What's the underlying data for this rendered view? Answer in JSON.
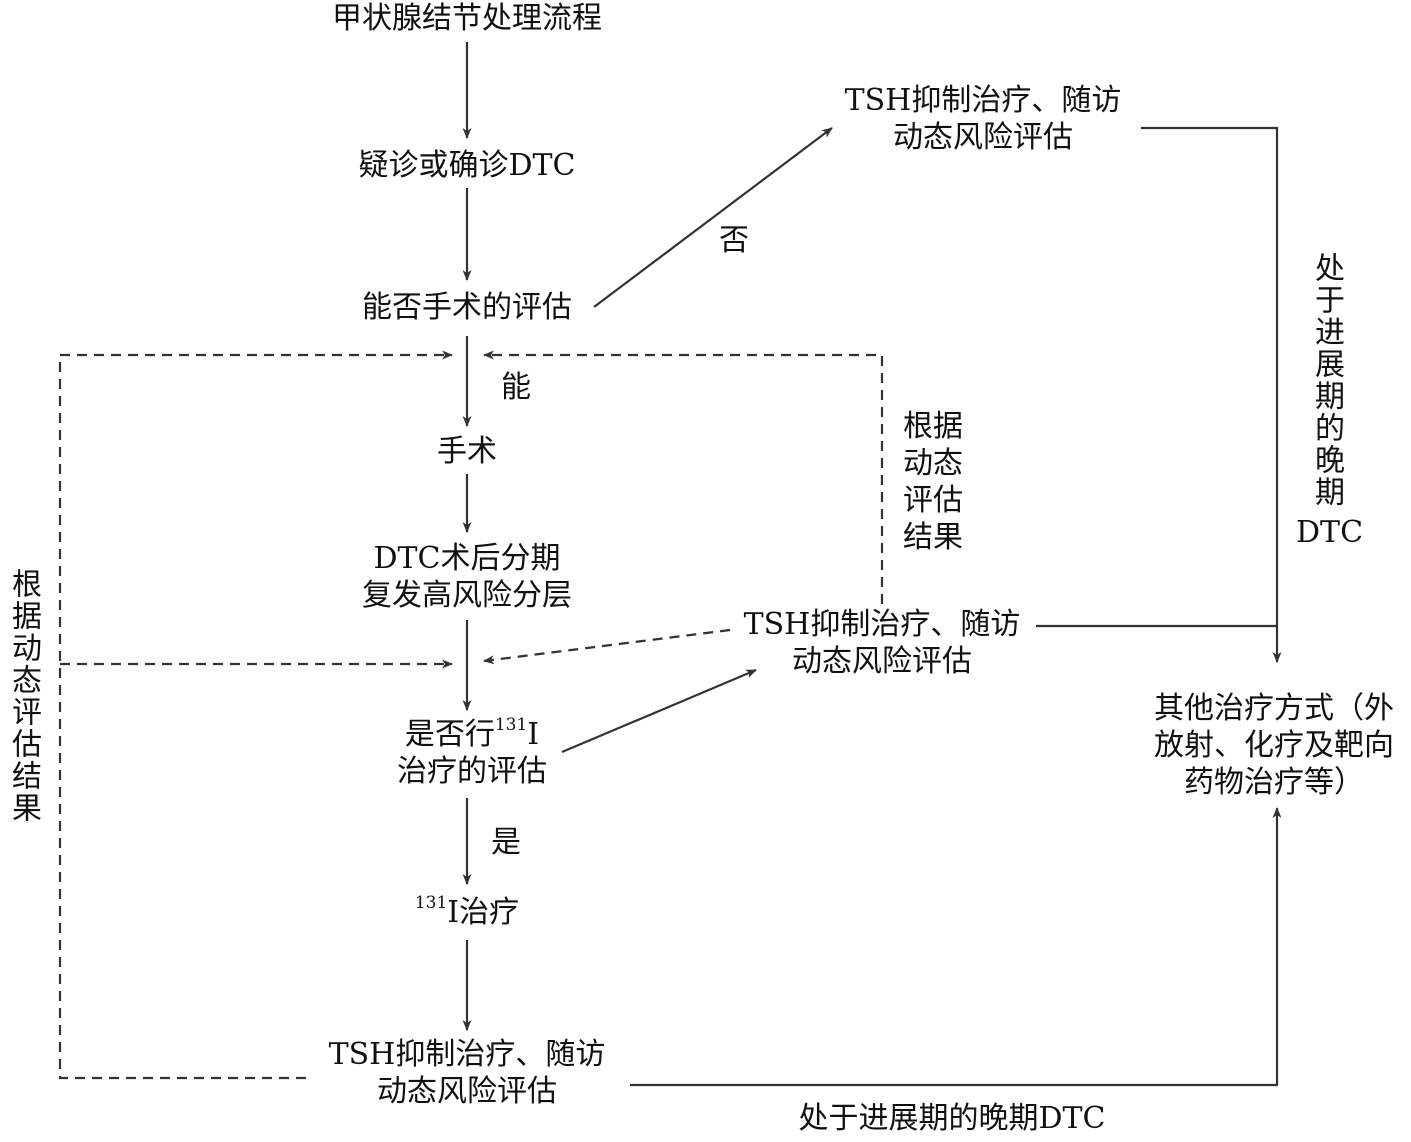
{
  "nodes": {
    "start": "甲状腺结节处理流程",
    "suspect": "疑诊或确诊DTC",
    "assess_surgery": "能否手术的评估",
    "surgery": "手术",
    "staging_line1": "DTC术后分期",
    "staging_line2": "复发高风险分层",
    "i131_assess_line1_pre": "是否行",
    "i131_sup": "131",
    "i131_assess_line1_post": "I",
    "i131_assess_line2": "治疗的评估",
    "i131_therapy_sup": "131",
    "i131_therapy_post": "I治疗",
    "tsh_top_line1": "TSH抑制治疗、随访",
    "tsh_top_line2": "动态风险评估",
    "tsh_mid_line1": "TSH抑制治疗、随访",
    "tsh_mid_line2": "动态风险评估",
    "tsh_bottom_line1": "TSH抑制治疗、随访",
    "tsh_bottom_line2": "动态风险评估",
    "other_line1": "其他治疗方式（外",
    "other_line2": "放射、化疗及靶向",
    "other_line3": "药物治疗等）"
  },
  "edge_labels": {
    "no": "否",
    "can": "能",
    "yes": "是",
    "advanced_bottom": "处于进展期的晚期DTC",
    "advanced_right_chars": "处于进展期的晚期",
    "advanced_right_dtc": "DTC",
    "dynamic_left": "根据动态评估结果",
    "dynamic_mid": [
      "根据",
      "动态",
      "评估",
      "结果"
    ]
  },
  "colors": {
    "line": "#333333",
    "text": "#111111",
    "background": "#ffffff"
  }
}
